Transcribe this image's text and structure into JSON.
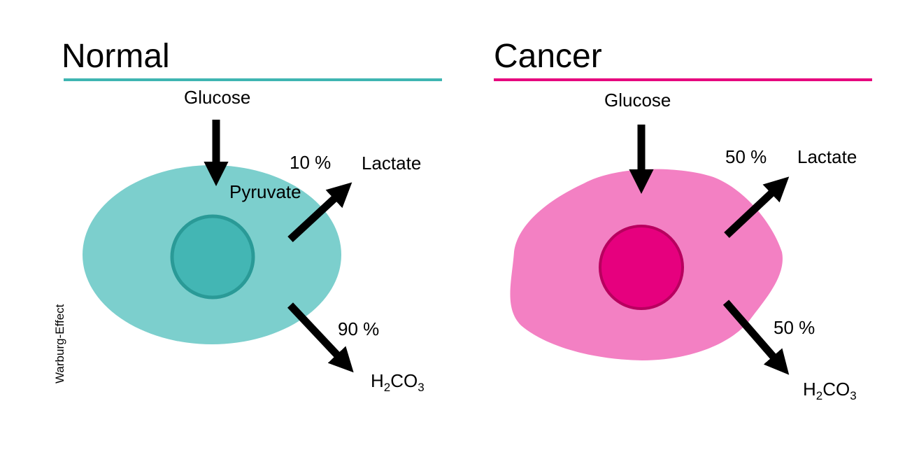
{
  "side_label": "Warburg-Effect",
  "colors": {
    "normal_accent": "#3fb5b2",
    "normal_cell": "#7ccfcd",
    "normal_nucleus": "#43b6b4",
    "normal_nucleus_border": "#2a9a97",
    "cancer_accent": "#e6007e",
    "cancer_cell": "#f380c3",
    "cancer_nucleus": "#e6007e",
    "cancer_nucleus_border": "#b8005f",
    "arrow": "#000000"
  },
  "normal": {
    "title": "Normal",
    "glucose": "Glucose",
    "pyruvate": "Pyruvate",
    "lactate_pct": "10 %",
    "lactate": "Lactate",
    "h2co3_pct": "90 %",
    "h2co3": {
      "h": "H",
      "sub1": "2",
      "co": "CO",
      "sub2": "3"
    }
  },
  "cancer": {
    "title": "Cancer",
    "glucose": "Glucose",
    "lactate_pct": "50 %",
    "lactate": "Lactate",
    "h2co3_pct": "50 %",
    "h2co3": {
      "h": "H",
      "sub1": "2",
      "co": "CO",
      "sub2": "3"
    }
  }
}
